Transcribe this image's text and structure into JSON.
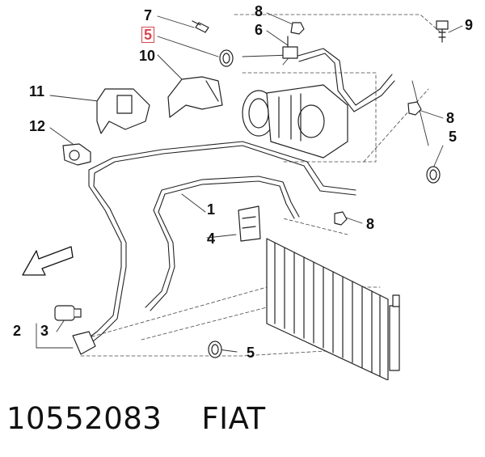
{
  "callouts": {
    "c7": "7",
    "c5_top": "5",
    "c10": "10",
    "c8_top": "8",
    "c6": "6",
    "c9": "9",
    "c11": "11",
    "c12": "12",
    "c8_mid": "8",
    "c5_right": "5",
    "c1": "1",
    "c8_low": "8",
    "c4": "4",
    "c2": "2",
    "c3": "3",
    "c5_bottom": "5"
  },
  "highlighted_callout": "c5_top",
  "highlight_color": "#d9474f",
  "caption": "10552083    FIAT"
}
